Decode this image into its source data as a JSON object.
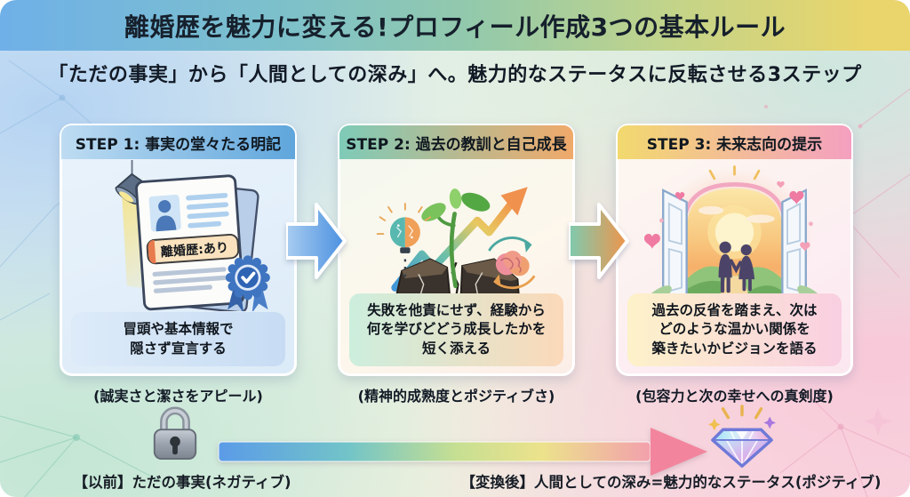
{
  "banner": {
    "title": "離婚歴を魅力に変える!プロフィール作成3つの基本ルール"
  },
  "subtitle": "「ただの事実」から「人間としての深み」へ。魅力的なステータスに反転させる3ステップ",
  "steps": [
    {
      "header": "STEP 1: 事実の堂々たる明記",
      "badge": "離婚歴:あり",
      "note": "冒頭や基本情報で\n隠さず宣言する",
      "caption": "(誠実さと潔さをアピール)",
      "illustration": "spotlight-on-profile-document-with-verified-badge"
    },
    {
      "header": "STEP 2: 過去の教訓と自己成長",
      "note": "失敗を他責にせず、経験から\n何を学びどどう成長したかを\n短く添える",
      "caption": "(精神的成熟度とポジティブさ)",
      "illustration": "sprout-from-cracked-ground-with-growth-arrow-lightbulb-brain"
    },
    {
      "header": "STEP 3: 未来志向の提示",
      "note": "過去の反省を踏まえ、次は\nどのような温かい関係を\n築きたいかビジョンを語る",
      "caption": "(包容力と次の幸せへの真剣度)",
      "illustration": "open-doors-to-sunrise-couple-and-hearts"
    }
  ],
  "transformation": {
    "before_icon": "lock-icon",
    "after_icon": "diamond-icon",
    "before_label": "【以前】ただの事実(ネガティブ)",
    "after_label": "【変換後】人間としての深み=魅力的なステータス(ポジティブ)"
  },
  "colors": {
    "banner_gradient": [
      "#6fb0e8",
      "#8cc8be",
      "#e9d56b"
    ],
    "step1_header_gradient": [
      "#bedcf2",
      "#5fa6dc"
    ],
    "step2_header_gradient": [
      "#7ecbb8",
      "#f0a96a"
    ],
    "step3_header_gradient": [
      "#f2d96e",
      "#f4a0c0"
    ],
    "arrow_1_2_gradient": [
      "#a9cdf1",
      "#4a90e0"
    ],
    "arrow_2_3_gradient": [
      "#7ecbb0",
      "#f0944a"
    ],
    "bottom_arrow_gradient": [
      "#5b9be8",
      "#72c4c8",
      "#ece28c",
      "#f2859d"
    ],
    "title_text": "#16202c"
  }
}
